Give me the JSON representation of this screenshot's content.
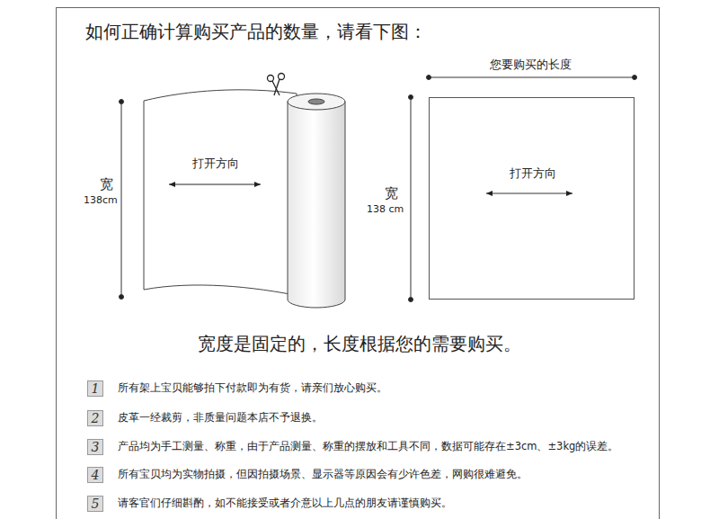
{
  "diagram": {
    "title": "如何正确计算购买产品的数量，请看下图：",
    "caption": "宽度是固定的，长度根据您的需要购买。",
    "nodes": [
      {
        "text": [
          "打开方向"
        ]
      },
      {
        "text": [
          "打开方向"
        ]
      },
      {
        "text": [
          "1"
        ]
      },
      {
        "text": [
          "2"
        ]
      },
      {
        "text": [
          "3"
        ]
      },
      {
        "text": [
          "4"
        ]
      },
      {
        "text": [
          "5"
        ]
      }
    ],
    "labels": [
      "宽",
      "138cm",
      "宽",
      "138 cm",
      "您要购买的长度",
      "所有架上宝贝能够拍下付款即为有货，请亲们放心购买。",
      "皮革一经裁剪，非质量问题本店不予退换。",
      "产品均为手工测量、称重，由于产品测量、称重的摆放和工具不同，数据可能存在±3cm、±3kg的误差。",
      "所有宝贝均为实物拍摄，但因拍摄场景、显示器等原因会有少许色差，网购很难避免。",
      "请客官们仔细斟酌，如不能接受或者介意以上几点的朋友请谨慎购买。"
    ]
  }
}
